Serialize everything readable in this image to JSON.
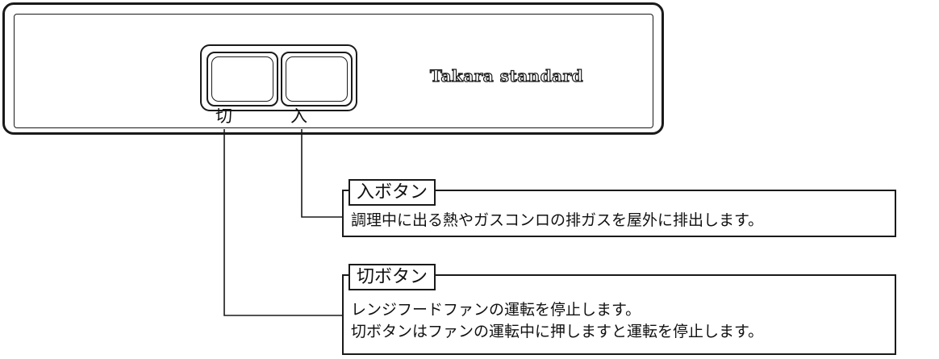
{
  "panel": {
    "brand": "Takara standard",
    "buttons": {
      "off_label": "切",
      "on_label": "入"
    }
  },
  "callouts": {
    "on": {
      "title": "入ボタン",
      "lines": [
        "調理中に出る熱やガスコンロの排ガスを屋外に排出します。"
      ]
    },
    "off": {
      "title": "切ボタン",
      "lines": [
        "レンジフードファンの運転を停止します。",
        "切ボタンはファンの運転中に押しますと運転を停止します。"
      ]
    }
  }
}
